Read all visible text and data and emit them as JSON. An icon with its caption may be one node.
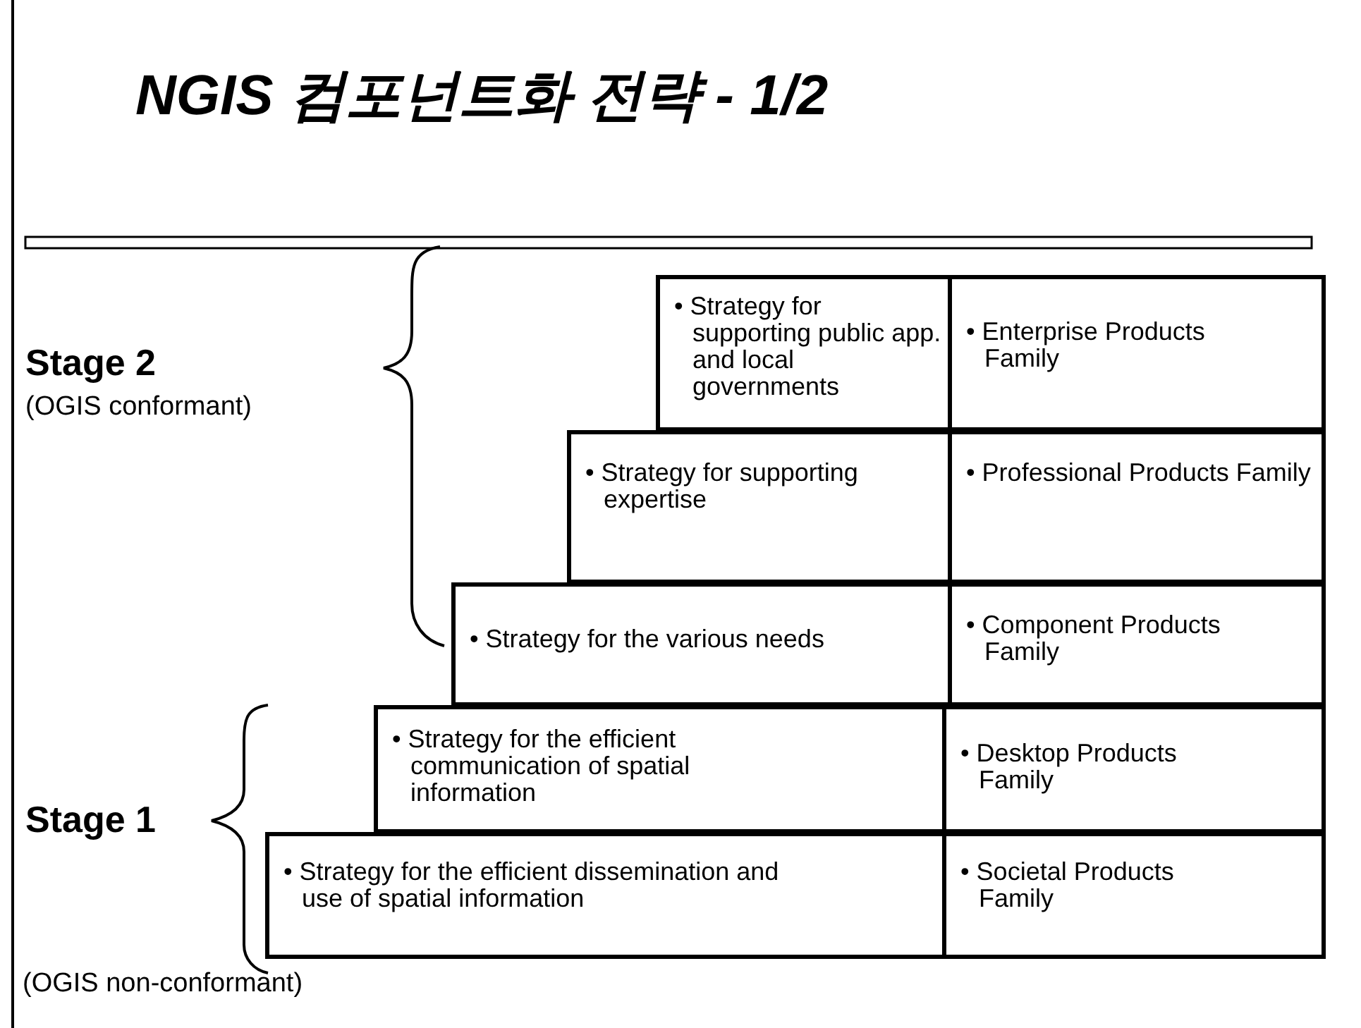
{
  "diagram": {
    "title": "NGIS 컴포넌트화 전략 - 1/2",
    "nodes": [
      {
        "text": [
          "• Strategy for supporting public app. and local governments"
        ]
      },
      {
        "text": [
          "• Enterprise Products Family"
        ]
      },
      {
        "text": [
          "• Strategy for supporting expertise"
        ]
      },
      {
        "text": [
          "• Professional Products Family"
        ]
      },
      {
        "text": [
          "• Strategy for the various needs"
        ]
      },
      {
        "text": [
          "• Component Products Family"
        ]
      },
      {
        "text": [
          "• Strategy for the efficient communication of spatial information"
        ]
      },
      {
        "text": [
          "• Desktop Products Family"
        ]
      },
      {
        "text": [
          "• Strategy for the efficient dissemination and use of spatial information"
        ]
      },
      {
        "text": [
          "• Societal Products Family"
        ]
      }
    ],
    "labels": [
      "Stage 2",
      "(OGIS conformant)",
      "Stage 1",
      "(OGIS non-conformant)"
    ]
  }
}
